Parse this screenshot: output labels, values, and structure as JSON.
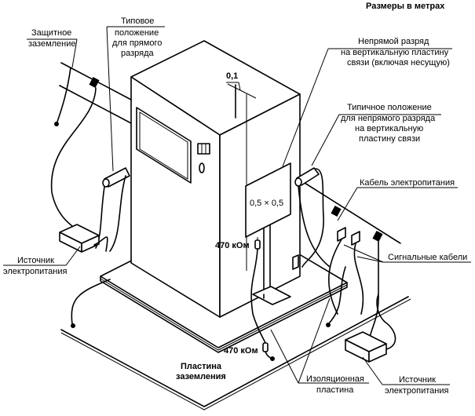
{
  "figure": {
    "units_note": "Размеры в метрах",
    "labels": {
      "protective_ground": [
        "Защитное",
        "заземление"
      ],
      "typical_direct": [
        "Типовое",
        "положение",
        "для прямого",
        "разряда"
      ],
      "indirect_vertical": [
        "Непрямой разряд",
        "на вертикальную пластину",
        "связи (включая несущую)"
      ],
      "typical_indirect": [
        "Типичное положение",
        "для непрямого разряда",
        "на вертикальную",
        "пластину связи"
      ],
      "power_cable": "Кабель электропитания",
      "signal_cables": "Сигнальные кабели",
      "power_source_left": [
        "Источник",
        "электропитания"
      ],
      "power_source_right": [
        "Источник",
        "электропитания"
      ],
      "ground_plane": [
        "Пластина",
        "заземления"
      ],
      "insulation_plate": [
        "Изоляционная",
        "пластина"
      ],
      "resistor_upper": "470 кОм",
      "resistor_lower": "470 кОм",
      "vcp_size": "0,5 × 0,5",
      "distance": "0,1"
    }
  }
}
